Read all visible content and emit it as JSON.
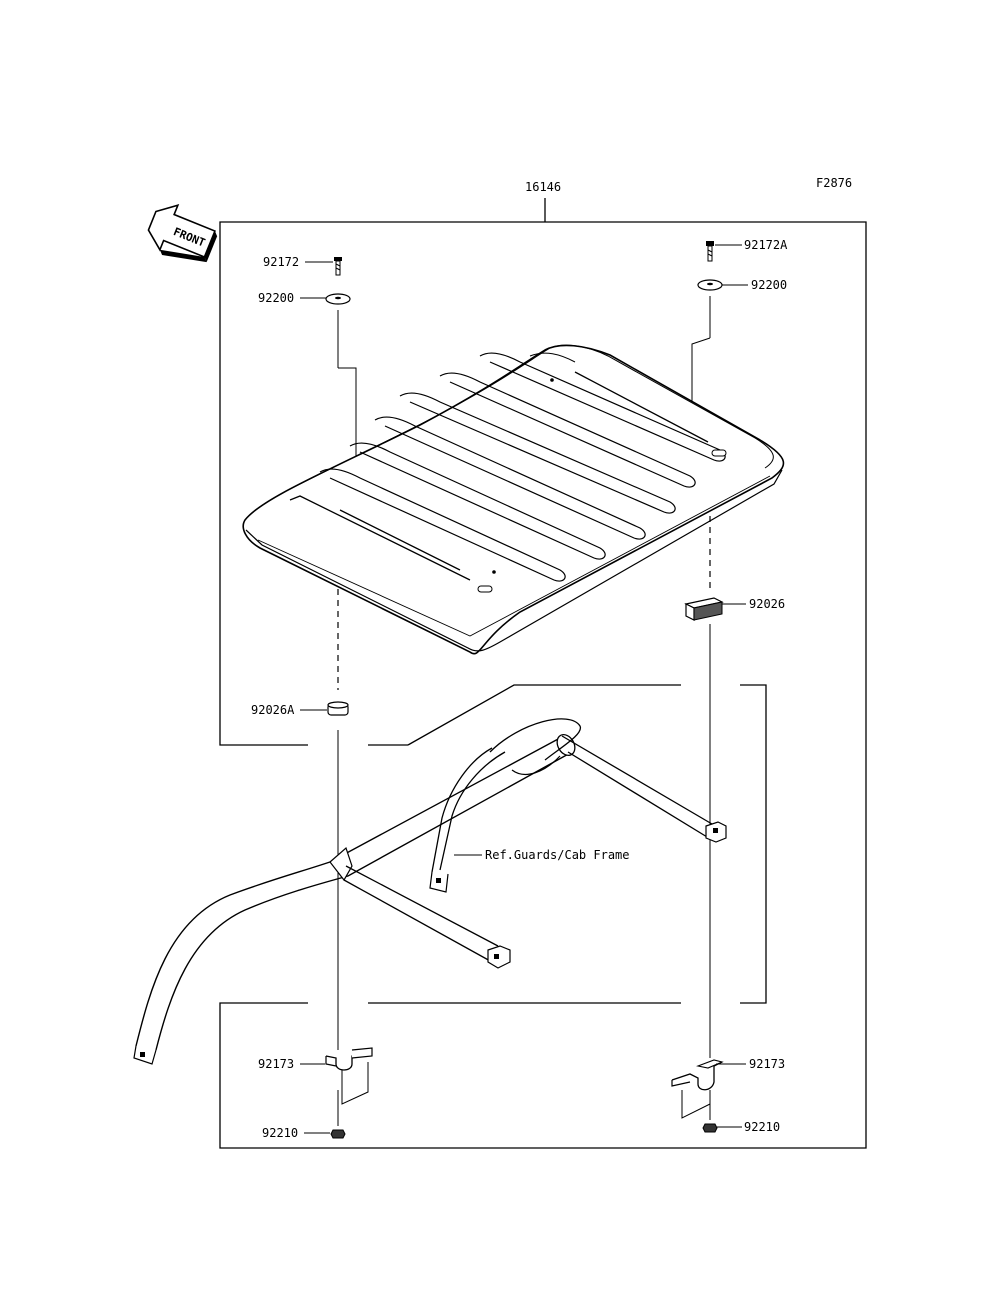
{
  "figure_code": "F2876",
  "assembly_part": "16146",
  "front_indicator": "FRONT",
  "parts": {
    "bolt_left": "92172",
    "bolt_right": "92172A",
    "washer_left": "92200",
    "washer_right": "92200",
    "spacer_right": "92026",
    "spacer_left": "92026A",
    "bracket_left": "92173",
    "bracket_right": "92173",
    "nut_left": "92210",
    "nut_right": "92210"
  },
  "reference_note": "Ref.Guards/Cab Frame"
}
